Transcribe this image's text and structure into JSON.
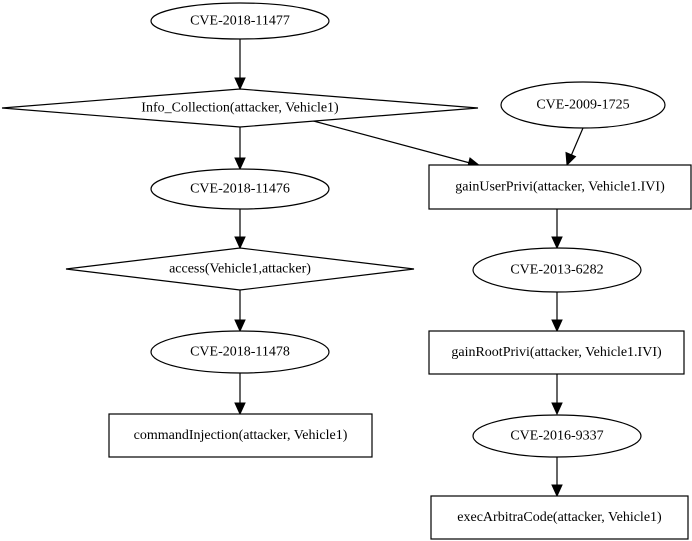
{
  "nodes": {
    "cve_2018_11477": "CVE-2018-11477",
    "info_collection": "Info_Collection(attacker, Vehicle1)",
    "cve_2018_11476": "CVE-2018-11476",
    "access": "access(Vehicle1,attacker)",
    "cve_2018_11478": "CVE-2018-11478",
    "command_injection": "commandInjection(attacker, Vehicle1)",
    "cve_2009_1725": "CVE-2009-1725",
    "gain_user_privi": "gainUserPrivi(attacker, Vehicle1.IVI)",
    "cve_2013_6282": "CVE-2013-6282",
    "gain_root_privi": "gainRootPrivi(attacker, Vehicle1.IVI)",
    "cve_2016_9337": "CVE-2016-9337",
    "exec_arbitra_code": "execArbitraCode(attacker, Vehicle1)"
  },
  "edges": [
    [
      "cve_2018_11477",
      "info_collection"
    ],
    [
      "info_collection",
      "cve_2018_11476"
    ],
    [
      "info_collection",
      "gain_user_privi"
    ],
    [
      "cve_2018_11476",
      "access"
    ],
    [
      "access",
      "cve_2018_11478"
    ],
    [
      "cve_2018_11478",
      "command_injection"
    ],
    [
      "cve_2009_1725",
      "gain_user_privi"
    ],
    [
      "gain_user_privi",
      "cve_2013_6282"
    ],
    [
      "cve_2013_6282",
      "gain_root_privi"
    ],
    [
      "gain_root_privi",
      "cve_2016_9337"
    ],
    [
      "cve_2016_9337",
      "exec_arbitra_code"
    ]
  ]
}
